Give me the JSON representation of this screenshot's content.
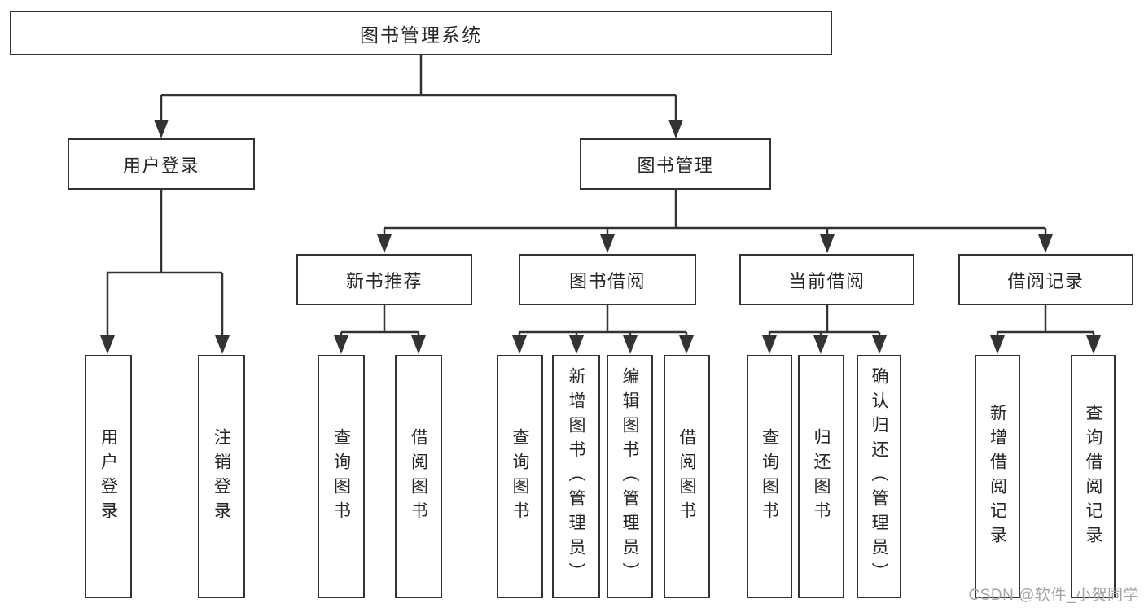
{
  "diagram_title": "图书管理系统",
  "nodes": {
    "root": "图书管理系统",
    "user_login": "用户登录",
    "book_mgmt": "图书管理",
    "new_book_rec": "新书推荐",
    "book_borrow": "图书借阅",
    "current_borrow": "当前借阅",
    "borrow_record": "借阅记录",
    "leaf_user_login": "用户登录",
    "leaf_logout": "注销登录",
    "rec_query_book": "查询图书",
    "rec_borrow_book": "借阅图书",
    "bb_query_book": "查询图书",
    "bb_add_book": "新增图书（管理员）",
    "bb_edit_book": "编辑图书（管理员）",
    "bb_borrow_book": "借阅图书",
    "cb_query_book": "查询图书",
    "cb_return_book": "归还图书",
    "cb_confirm_return": "确认归还（管理员）",
    "br_add_record": "新增借阅记录",
    "br_query_record": "查询借阅记录"
  },
  "hierarchy": {
    "图书管理系统": {
      "用户登录": [
        "用户登录",
        "注销登录"
      ],
      "图书管理": {
        "新书推荐": [
          "查询图书",
          "借阅图书"
        ],
        "图书借阅": [
          "查询图书",
          "新增图书（管理员）",
          "编辑图书（管理员）",
          "借阅图书"
        ],
        "当前借阅": [
          "查询图书",
          "归还图书",
          "确认归还（管理员）"
        ],
        "借阅记录": [
          "新增借阅记录",
          "查询借阅记录"
        ]
      }
    }
  },
  "watermark": {
    "text": "CSDN @软件_小贺同学"
  },
  "colors": {
    "line": "#333333",
    "box_border": "#333333",
    "box_fill": "#ffffff",
    "text": "#262626",
    "watermark": "#a3a3a3",
    "background": "#ffffff"
  }
}
